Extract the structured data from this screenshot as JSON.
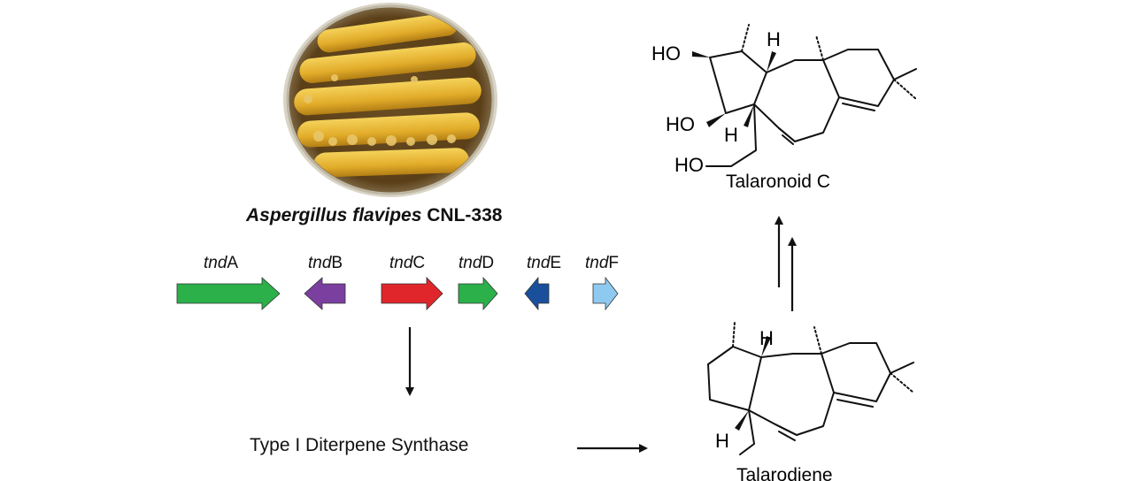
{
  "organism": {
    "name_italic": "Aspergillus flavipes",
    "strain": "CNL-338"
  },
  "genes": [
    {
      "prefix": "tnd",
      "suffix": "A",
      "color": "#2bb04a",
      "direction": "right"
    },
    {
      "prefix": "tnd",
      "suffix": "B",
      "color": "#7b3fa0",
      "direction": "left"
    },
    {
      "prefix": "tnd",
      "suffix": "C",
      "color": "#e0262b",
      "direction": "right"
    },
    {
      "prefix": "tnd",
      "suffix": "D",
      "color": "#2bb04a",
      "direction": "right"
    },
    {
      "prefix": "tnd",
      "suffix": "E",
      "color": "#1a4f9c",
      "direction": "left"
    },
    {
      "prefix": "tnd",
      "suffix": "F",
      "color": "#8ec9ef",
      "direction": "right"
    }
  ],
  "enzyme_label": "Type I Diterpene Synthase",
  "products": {
    "talaronoid": "Talaronoid C",
    "talarodiene": "Talarodiene"
  },
  "atom_labels": {
    "ho1": "HO",
    "ho2": "HO",
    "ho3": "HO",
    "h1": "H",
    "h2": "H",
    "h3": "H",
    "h4": "H"
  }
}
